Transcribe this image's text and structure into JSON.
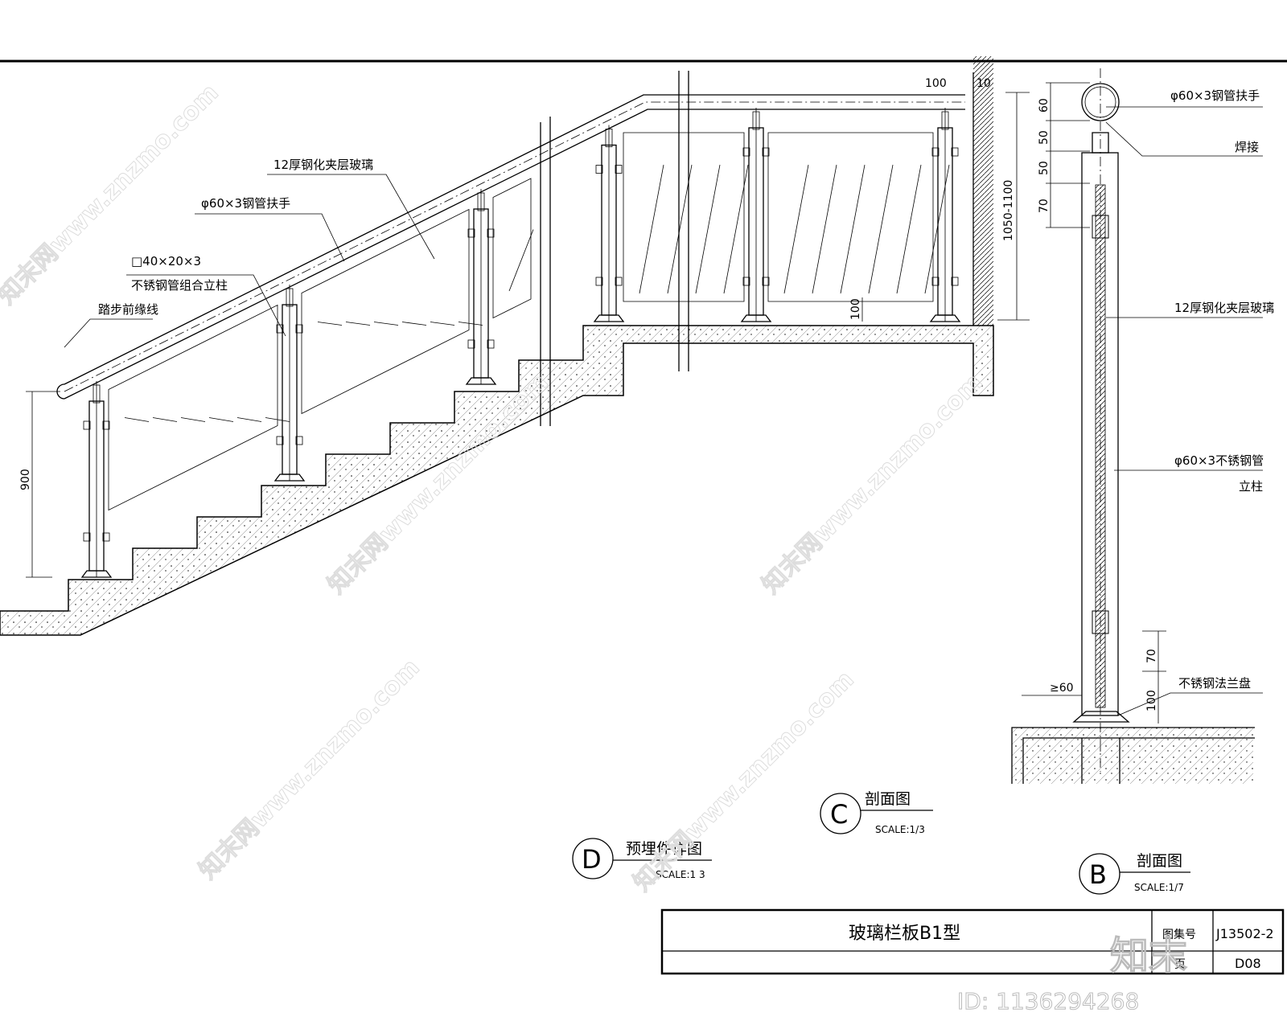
{
  "drawing": {
    "title": "玻璃栏板B1型",
    "atlas_label": "图集号",
    "atlas_number": "J13502-2",
    "page_label": "页",
    "page_number": "D08"
  },
  "elevation_labels": {
    "glass": "12厚钢化夹层玻璃",
    "handrail": "φ60×3钢管扶手",
    "post_size": "□40×20×3",
    "post_name": "不锈钢管组合立柱",
    "stair_nosing": "踏步前缘线",
    "dim_900": "900",
    "dim_100_top": "100",
    "dim_10": "10",
    "dim_100_bottom": "100",
    "dim_height": "1050-1100"
  },
  "section_b_labels": {
    "handrail": "φ60×3钢管扶手",
    "weld": "焊接",
    "glass": "12厚钢化夹层玻璃",
    "post_line1": "φ60×3不锈钢管",
    "post_line2": "立柱",
    "flange": "不锈钢法兰盘",
    "dims": [
      "60",
      "50",
      "50",
      "70"
    ],
    "dim_70": "70",
    "dim_100": "100",
    "dim_60": "≥60"
  },
  "callouts": [
    {
      "letter": "C",
      "title": "剖面图",
      "scale": "SCALE:1/3"
    },
    {
      "letter": "D",
      "title": "预埋件详图",
      "scale": "SCALE:1 3"
    },
    {
      "letter": "B",
      "title": "剖面图",
      "scale": "SCALE:1/7"
    }
  ],
  "watermark": {
    "site": "知末网www.znzmo.com",
    "brand": "知末",
    "id": "ID: 1136294268"
  }
}
